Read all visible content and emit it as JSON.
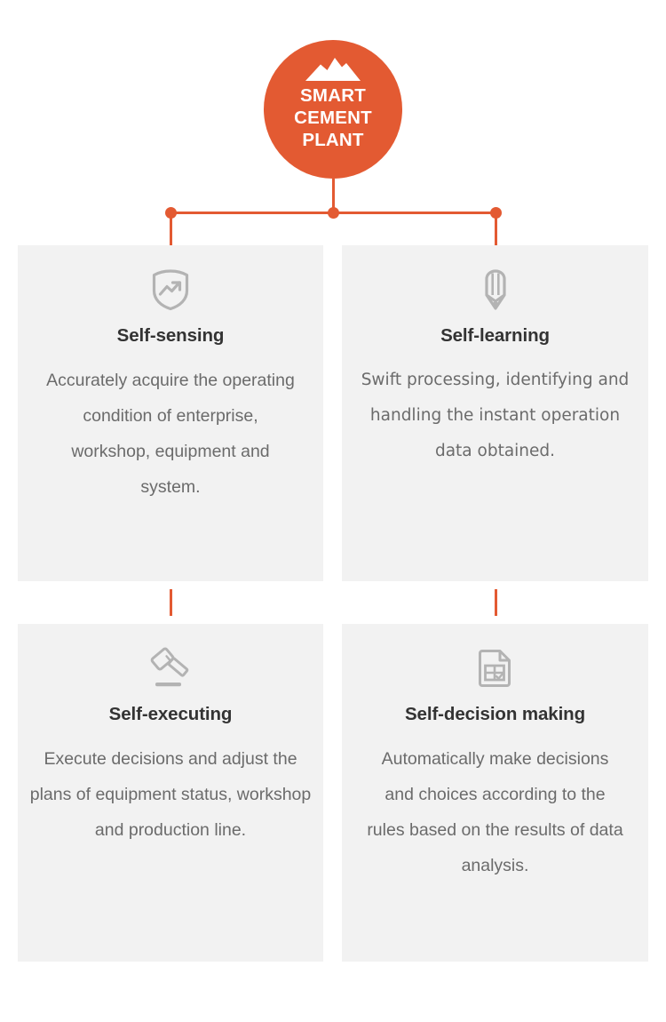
{
  "hub": {
    "title": "SMART\nCEMENT\nPLANT",
    "title_lines": [
      "SMART",
      "CEMENT",
      "PLANT"
    ],
    "icon": "mountain-icon",
    "color": "#E35A32",
    "text_color": "#FFFFFF"
  },
  "connectors": {
    "color": "#E35A32",
    "dots": [
      "connector-dot-left",
      "connector-dot-center",
      "connector-dot-right"
    ]
  },
  "theme": {
    "accent": "#E35A32",
    "card_bg": "#F2F2F2",
    "title_color": "#333333",
    "body_color": "#6B6B6B",
    "icon_color": "#B3B3B3",
    "page_bg": "#FFFFFF"
  },
  "cards": [
    {
      "id": "self-sensing",
      "icon": "shield-trend-icon",
      "title": "Self-sensing",
      "body": "Accurately acquire the operating condition of enterprise, workshop, equipment and system.",
      "position": "top-left"
    },
    {
      "id": "self-learning",
      "icon": "pencil-icon",
      "title": "Self-learning",
      "body": "Swift processing, identifying and handling the instant operation data obtained.",
      "position": "top-right"
    },
    {
      "id": "self-executing",
      "icon": "gavel-icon",
      "title": "Self-executing",
      "body": "Execute decisions and adjust the plans of equipment status, workshop and production line.",
      "position": "bottom-left"
    },
    {
      "id": "self-decision-making",
      "icon": "document-table-check-icon",
      "title": "Self-decision making",
      "body": "Automatically make decisions and choices according to the rules based on the results of data analysis.",
      "position": "bottom-right"
    }
  ]
}
